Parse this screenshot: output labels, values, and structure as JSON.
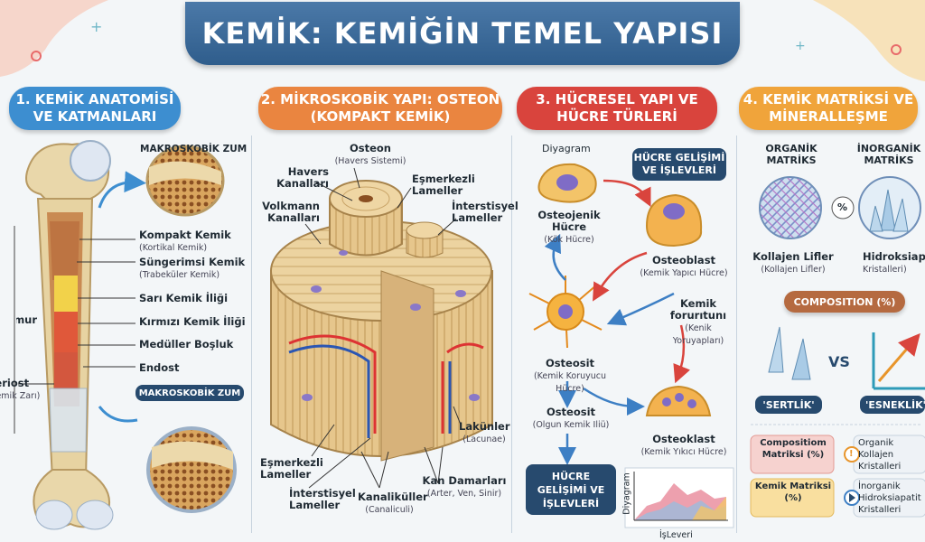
{
  "title": "KEMİK: KEMİĞİN TEMEL YAPISI",
  "sections": [
    {
      "label": "1. KEMİK ANATOMİSİ VE KATMANLARI",
      "color": "#3d8ed0"
    },
    {
      "label": "2. MİKROSKOBİK YAPI: OSTEON (KOMPAKT KEMİK)",
      "color": "#ea8540"
    },
    {
      "label": "3. HÜCRESEL YAPI VE HÜCRE TÜRLERİ",
      "color": "#d9443d"
    },
    {
      "label": "4. KEMİK MATRİKSİ VE MİNERALLEŞME",
      "color": "#f0a43b"
    }
  ],
  "s1": {
    "zoom_top": "MAKROSKOBİK ZUM",
    "zoom_bottom": "MAKROSKOBİK ZUM",
    "femur": "Femur",
    "periost": "Periost",
    "periost_sub": "(Kemik Zarı)",
    "layers": [
      {
        "name": "Kompakt Kemik",
        "sub": "(Kortikal Kemik)"
      },
      {
        "name": "Süngerimsi Kemik",
        "sub": "(Trabeküler Kemik)"
      },
      {
        "name": "Sarı Kemik İliği",
        "sub": ""
      },
      {
        "name": "Kırmızı Kemik İliği",
        "sub": ""
      },
      {
        "name": "Medüller Boşluk",
        "sub": ""
      },
      {
        "name": "Endost",
        "sub": ""
      }
    ]
  },
  "s2": {
    "osteon": "Osteon",
    "osteon_sub": "(Havers Sistemi)",
    "havers": "Havers Kanalları",
    "volkmann": "Volkmann Kanalları",
    "esmerkezli_top": "Eşmerkezli Lameller",
    "interstisyel_top": "İnterstisyel Lameller",
    "esmerkezli_bottom": "Eşmerkezli Lameller",
    "interstisyel_bottom": "İnterstisyel Lameller",
    "kanalikuller": "Kanaliküller",
    "kanalikuller_sub": "(Canaliculi)",
    "kan": "Kan Damarları",
    "kan_sub": "(Arter, Ven, Sinir)",
    "lakunler": "Lakünler",
    "lakunler_sub": "(Lacunae)"
  },
  "s3": {
    "diyagram": "Diyagram",
    "box_top": "HÜCRE GELİŞİMİ VE İŞLEVLERİ",
    "osteojenik": "Osteojenik Hücre",
    "osteojenik_sub": "(Kök Hücre)",
    "osteoblast": "Osteoblast",
    "osteoblast_sub": "(Kemik Yapıcı Hücre)",
    "kemik_for": "Kemik forurıtunı",
    "kemik_for_sub": "(Kenik Yoruyapları)",
    "osteosit1": "Osteosit",
    "osteosit1_sub": "(Kemik Koruyucu Hücre)",
    "osteosit2": "Osteosit",
    "osteosit2_sub": "(Olgun Kemik Iliü)",
    "osteoklast": "Osteoklast",
    "osteoklast_sub": "(Kemik Yıkıcı Hücre)",
    "box_bottom": "HÜCRE GELİŞİMİ VE İŞLEVLERİ",
    "chart_y": "Diyagram",
    "chart_x": "İşLeveri"
  },
  "s4": {
    "organik": "ORGANİK MATRİKS",
    "inorganik": "İNORGANİK MATRİKS",
    "percent": "%",
    "kollajen": "Kollajen Lifler",
    "kollajen_sub": "(Kollajen Lifler)",
    "hidroksi": "Hidroksiapatit",
    "hidroksi_sub": "Kristalleri)",
    "composition": "COMPOSITION (%)",
    "vs": "VS",
    "sertlik": "'SERTLİK'",
    "esneklik": "'ESNEKLİK'",
    "box1": "Compositiom Matriksi (%)",
    "box2": "Kemik Matriksi (%)",
    "right1": "Organik Kollajen Kristalleri",
    "right2": "İnorganik Hidroksiapatit Kristalleri",
    "bang": "!"
  }
}
